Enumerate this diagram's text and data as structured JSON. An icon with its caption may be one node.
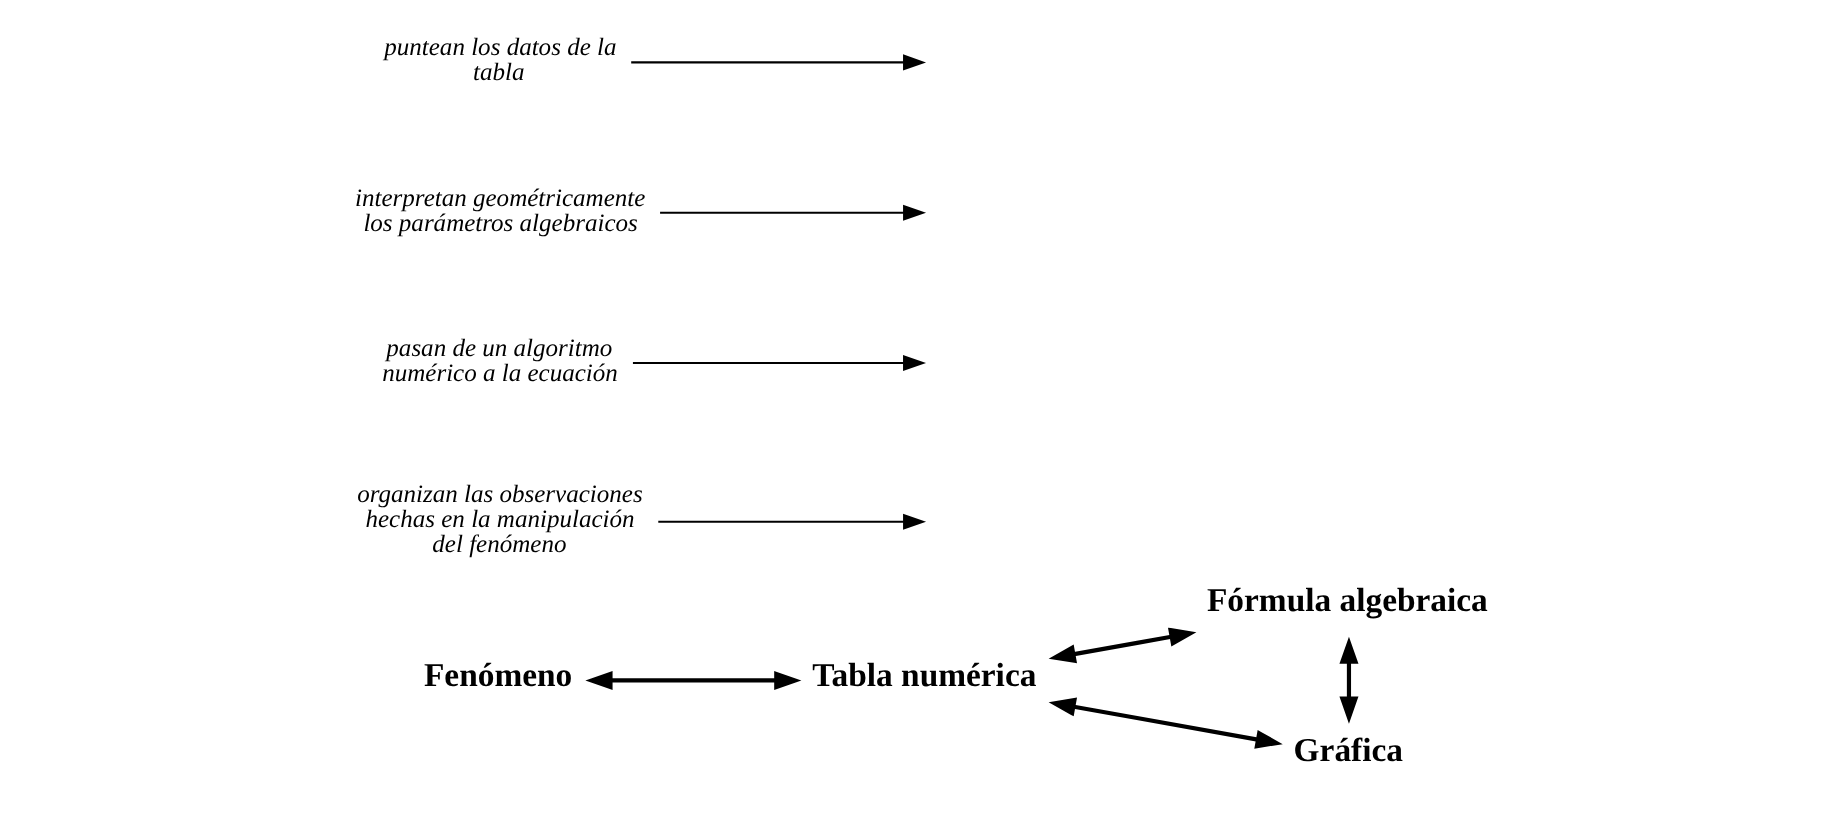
{
  "diagram": {
    "nodes": [
      {
        "text": [
          "Fenómeno"
        ]
      },
      {
        "text": [
          "Tabla numérica"
        ]
      },
      {
        "text": [
          "Fórmula algebraica"
        ]
      },
      {
        "text": [
          "Gráfica"
        ]
      },
      {
        "text": [
          "organizan las observaciones hechas en la manipulación del fenómeno"
        ]
      },
      {
        "text": [
          "pasan de un algoritmo numérico a la ecuación"
        ]
      },
      {
        "text": [
          "interpretan geométricamente los parámetros algebraicos"
        ]
      },
      {
        "text": [
          "puntean los datos de la tabla"
        ]
      }
    ],
    "edges": [
      {
        "from": 0,
        "to": 1,
        "arrow": "both"
      },
      {
        "from": 1,
        "to": 2,
        "arrow": "both"
      },
      {
        "from": 2,
        "to": 3,
        "arrow": "both"
      },
      {
        "from": 1,
        "to": 3,
        "arrow": "both"
      },
      {
        "from": 4,
        "to": null,
        "arrow": "to"
      },
      {
        "from": 5,
        "to": null,
        "arrow": "to"
      },
      {
        "from": 6,
        "to": null,
        "arrow": "to"
      },
      {
        "from": 7,
        "to": null,
        "arrow": "to"
      }
    ]
  }
}
